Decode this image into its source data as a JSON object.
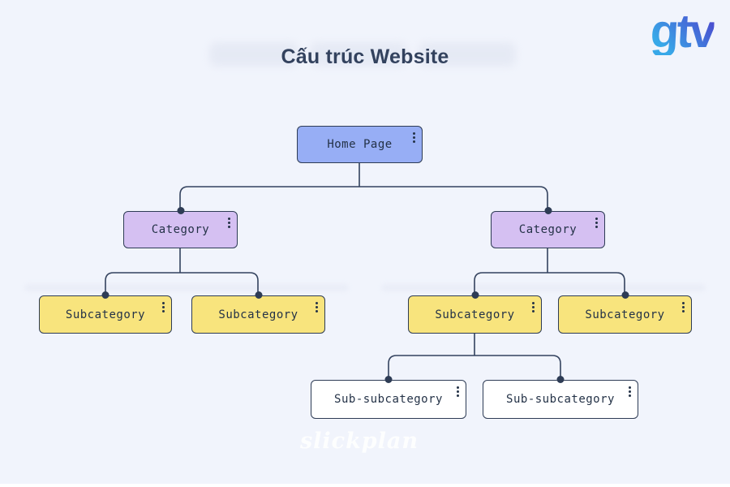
{
  "page": {
    "title": "Cấu trúc Website",
    "logo_text": "gtv",
    "watermark": "slickplan"
  },
  "colors": {
    "bg": "#f1f4fc",
    "node_border": "#2e3c55",
    "node_text": "#243247",
    "line": "#33425e",
    "title_color": "#33425e",
    "home_fill": "#97aef5",
    "category_fill": "#d5c0f2",
    "subcategory_fill": "#f8e47d",
    "subsub_fill": "#ffffff",
    "logo_gradient_from": "#38a8e8",
    "logo_gradient_to": "#4a4fd0",
    "watermark_color": "#ffffff"
  },
  "diagram": {
    "type": "sitemap-tree",
    "nodes": [
      {
        "id": "home",
        "label": "Home Page",
        "level": 1,
        "fill": "#97aef5"
      },
      {
        "id": "category-left",
        "label": "Category",
        "level": 2,
        "fill": "#d5c0f2"
      },
      {
        "id": "category-right",
        "label": "Category",
        "level": 2,
        "fill": "#d5c0f2"
      },
      {
        "id": "subcategory-1",
        "label": "Subcategory",
        "level": 3,
        "fill": "#f8e47d"
      },
      {
        "id": "subcategory-2",
        "label": "Subcategory",
        "level": 3,
        "fill": "#f8e47d"
      },
      {
        "id": "subcategory-3",
        "label": "Subcategory",
        "level": 3,
        "fill": "#f8e47d"
      },
      {
        "id": "subcategory-4",
        "label": "Subcategory",
        "level": 3,
        "fill": "#f8e47d"
      },
      {
        "id": "sub-subcategory-1",
        "label": "Sub-subcategory",
        "level": 4,
        "fill": "#ffffff"
      },
      {
        "id": "sub-subcategory-2",
        "label": "Sub-subcategory",
        "level": 4,
        "fill": "#ffffff"
      }
    ],
    "edges": [
      [
        "home",
        "category-left"
      ],
      [
        "home",
        "category-right"
      ],
      [
        "category-left",
        "subcategory-1"
      ],
      [
        "category-left",
        "subcategory-2"
      ],
      [
        "category-right",
        "subcategory-3"
      ],
      [
        "category-right",
        "subcategory-4"
      ],
      [
        "subcategory-3",
        "sub-subcategory-1"
      ],
      [
        "subcategory-3",
        "sub-subcategory-2"
      ]
    ]
  }
}
